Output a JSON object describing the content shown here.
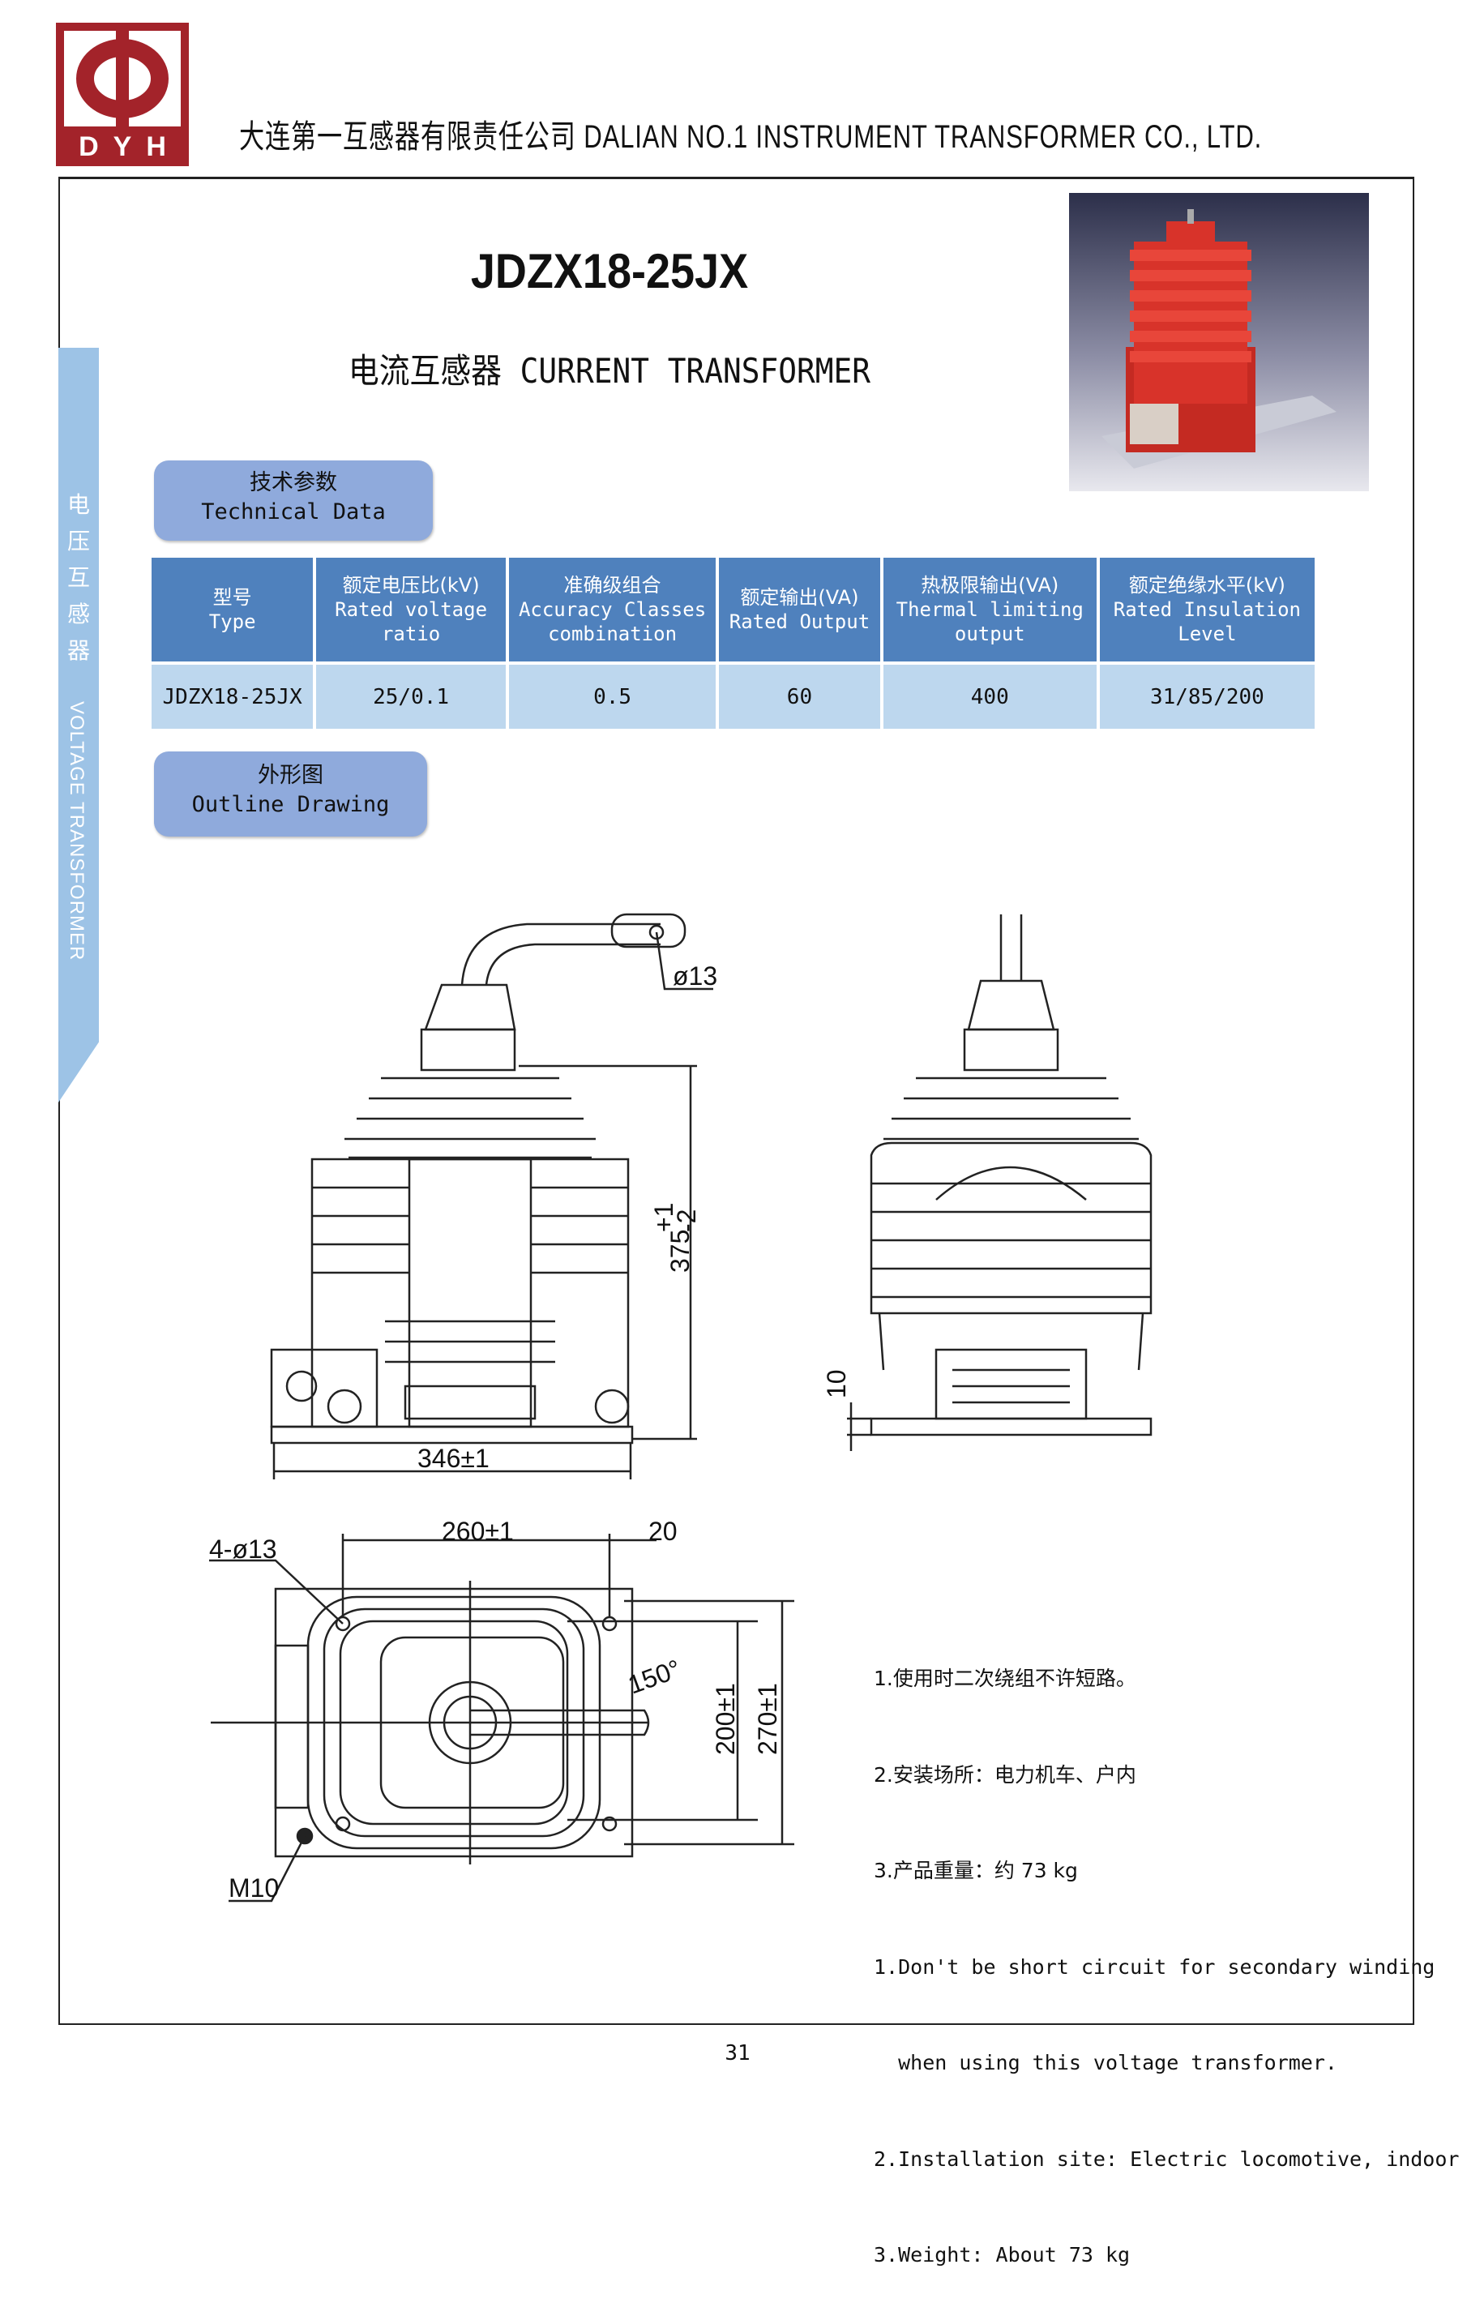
{
  "header": {
    "logo_text": "DYH",
    "company": "大连第一互感器有限责任公司 DALIAN NO.1 INSTRUMENT TRANSFORMER CO., LTD."
  },
  "sidebar": {
    "label_cn": [
      "电",
      "压",
      "互",
      "感",
      "器"
    ],
    "label_en": "VOLTAGE TRANSFORMER"
  },
  "product": {
    "model": "JDZX18-25JX",
    "subtitle": "电流互感器 CURRENT TRANSFORMER"
  },
  "technical_section": {
    "cn": "技术参数",
    "en": "Technical Data"
  },
  "table": {
    "headers": [
      {
        "cn": "型号",
        "en": "Type"
      },
      {
        "cn": "额定电压比(kV)",
        "en": "Rated voltage ratio"
      },
      {
        "cn": "准确级组合",
        "en": "Accuracy Classes combination"
      },
      {
        "cn": "额定输出(VA)",
        "en": "Rated Output"
      },
      {
        "cn": "热极限输出(VA)",
        "en": "Thermal limiting output"
      },
      {
        "cn": "额定绝缘水平(kV)",
        "en": "Rated Insulation Level"
      }
    ],
    "rows": [
      [
        "JDZX18-25JX",
        "25/0.1",
        "0.5",
        "60",
        "400",
        "31/85/200"
      ]
    ]
  },
  "outline_section": {
    "cn": "外形图",
    "en": "Outline Drawing"
  },
  "drawing_labels": {
    "d13": "ø13",
    "height": "375",
    "height_tol_plus": "+1",
    "height_tol_minus": "-2",
    "width": "346±1",
    "base": "10",
    "holes": "4-ø13",
    "span": "260±1",
    "offset": "20",
    "angle": "150°",
    "d200": "200±1",
    "d270": "270±1",
    "thread": "M10"
  },
  "notes": [
    "1.使用时二次绕组不许短路。",
    "2.安装场所：电力机车、户内",
    "3.产品重量：约 73 kg",
    "1.Don't be short circuit for secondary winding",
    "  when using this voltage transformer.",
    "2.Installation site: Electric locomotive, indoor",
    "3.Weight: About 73 kg"
  ],
  "page_number": "31",
  "colors": {
    "brand_red": "#a3232a",
    "header_blue": "#4f81bd",
    "cell_blue": "#bdd7ee",
    "pill_blue": "#8faadc",
    "strip_blue": "#9dc3e6"
  }
}
